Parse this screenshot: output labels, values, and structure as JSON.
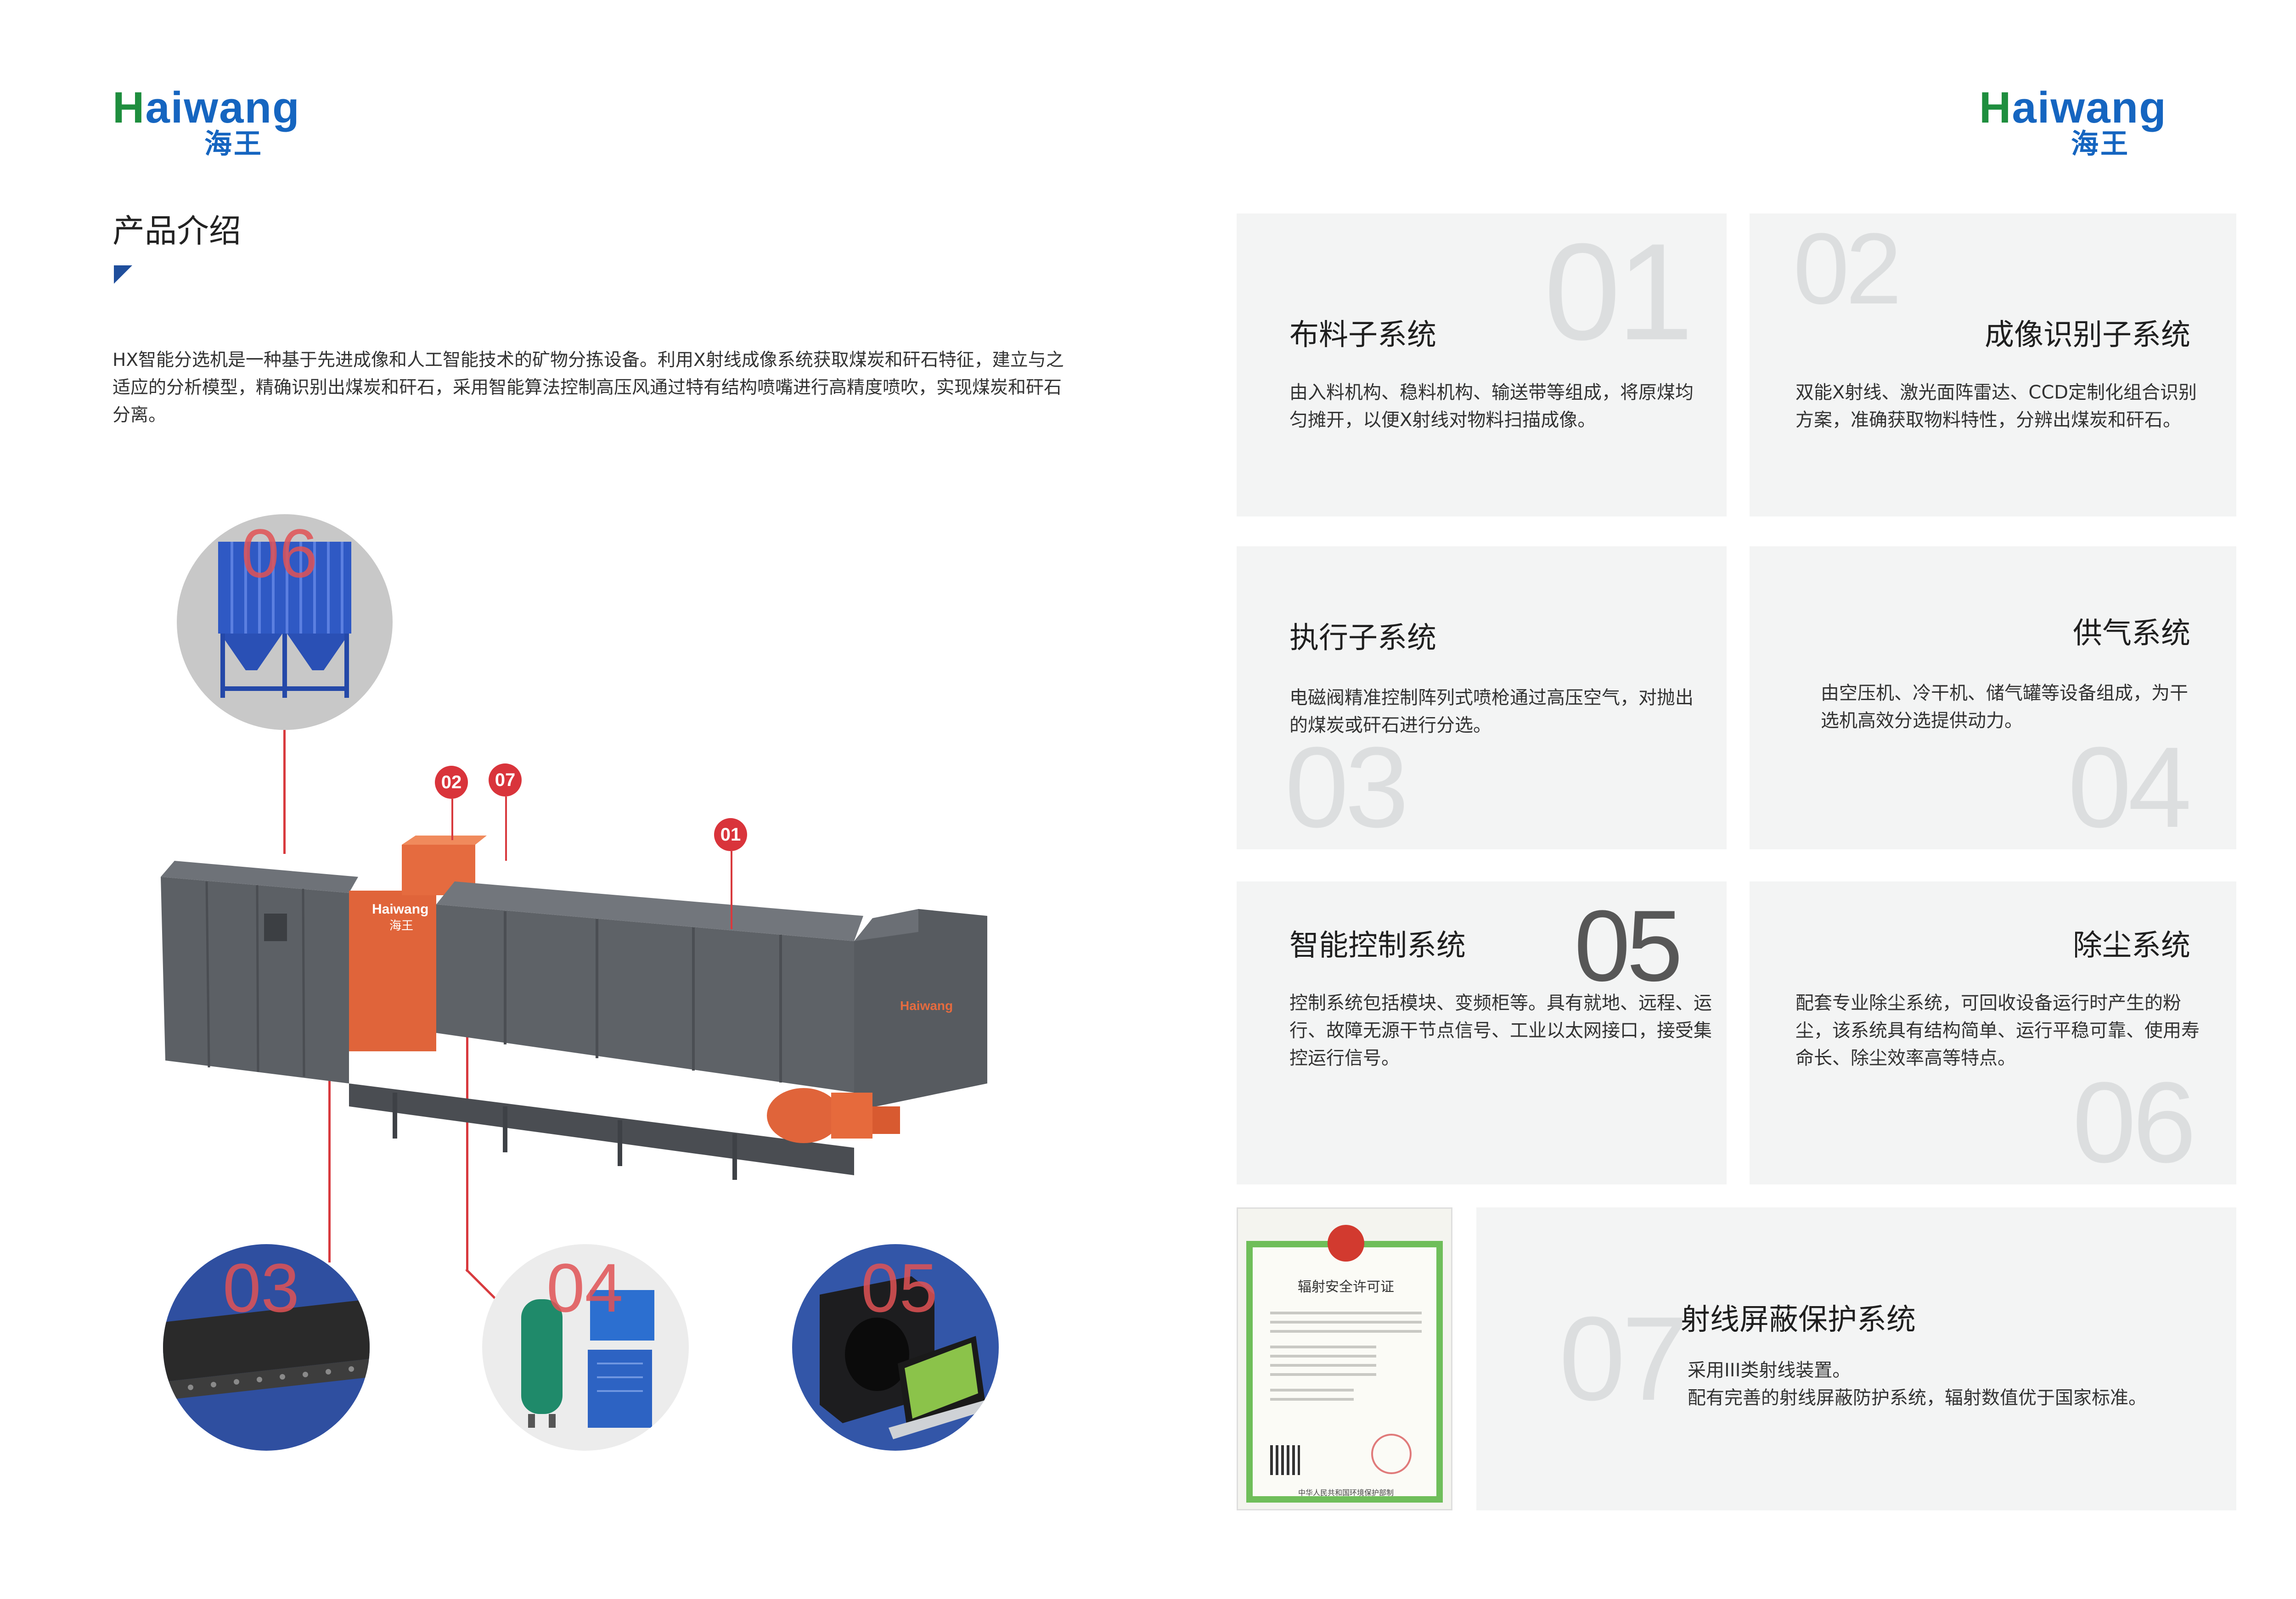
{
  "brand": {
    "word": "Haiwang",
    "cn": "海王"
  },
  "left": {
    "title": "产品介绍",
    "intro": "HX智能分选机是一种基于先进成像和人工智能技术的矿物分拣设备。利用X射线成像系统获取煤炭和矸石特征，建立与之适应的分析模型，精确识别出煤炭和矸石，采用智能算法控制高压风通过特有结构喷嘴进行高精度喷吹，实现煤炭和矸石分离。",
    "circle_labels": [
      "06",
      "03",
      "04",
      "05"
    ],
    "machine_badges": [
      "02",
      "07",
      "01"
    ],
    "machine_logo": "Haiwang",
    "machine_logo_cn": "海王"
  },
  "cards": [
    {
      "num": "01",
      "title": "布料子系统",
      "desc": "由入料机构、稳料机构、输送带等组成，将原煤均匀摊开，以便X射线对物料扫描成像。"
    },
    {
      "num": "02",
      "title": "成像识别子系统",
      "desc": "双能X射线、激光面阵雷达、CCD定制化组合识别方案，准确获取物料特性，分辨出煤炭和矸石。"
    },
    {
      "num": "03",
      "title": "执行子系统",
      "desc": "电磁阀精准控制阵列式喷枪通过高压空气，对抛出的煤炭或矸石进行分选。"
    },
    {
      "num": "04",
      "title": "供气系统",
      "desc": "由空压机、冷干机、储气罐等设备组成，为干选机高效分选提供动力。"
    },
    {
      "num": "05",
      "title": "智能控制系统",
      "desc": "控制系统包括模块、变频柜等。具有就地、远程、运行、故障无源干节点信号、工业以太网接口，接受集控运行信号。"
    },
    {
      "num": "06",
      "title": "除尘系统",
      "desc": "配套专业除尘系统，可回收设备运行时产生的粉尘，该系统具有结构简单、运行平稳可靠、使用寿命长、除尘效率高等特点。"
    },
    {
      "num": "07",
      "title": "射线屏蔽保护系统",
      "desc1": "采用III类射线装置。",
      "desc2": "配有完善的射线屏蔽防护系统，辐射数值优于国家标准。"
    }
  ],
  "certificate": {
    "title": "辐射安全许可证",
    "footer": "中华人民共和国环境保护部制"
  },
  "colors": {
    "accent_red": "#d9343b",
    "brand_blue": "#1565c0",
    "brand_green": "#1e8e3e",
    "card_bg": "#f3f4f4"
  }
}
